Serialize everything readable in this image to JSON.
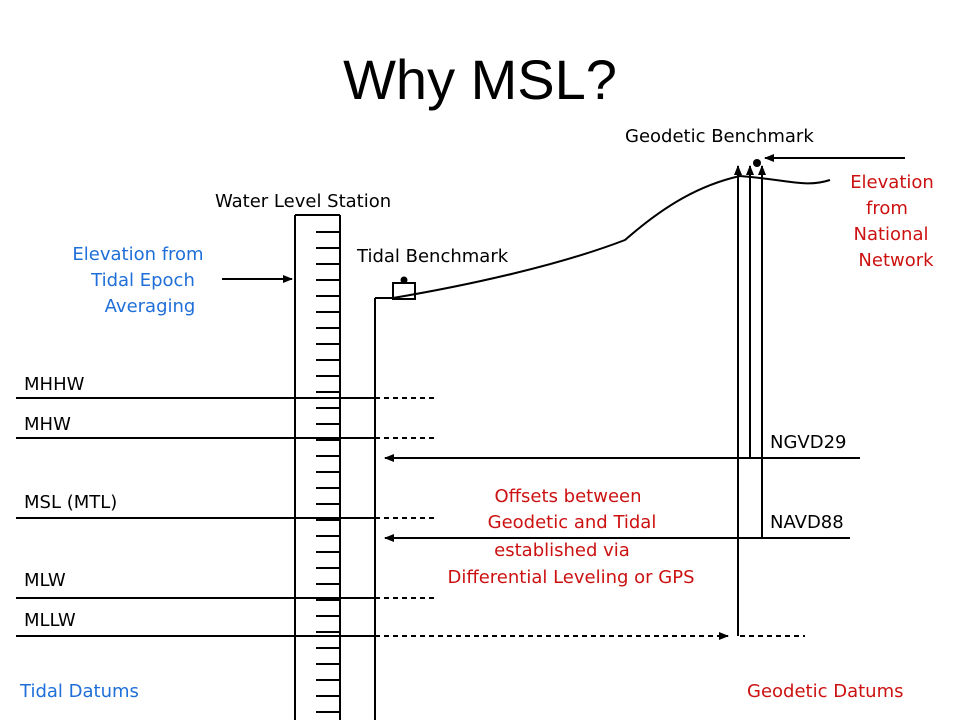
{
  "slide": {
    "title": "Why MSL?"
  },
  "diagram": {
    "colors": {
      "black": "#000000",
      "blue": "#1e6fd9",
      "red": "#cc1111"
    },
    "station_label": "Water Level Station",
    "tidal_benchmark_label": "Tidal Benchmark",
    "geodetic_benchmark_label": "Geodetic Benchmark",
    "tidal_epoch_label": [
      "Elevation from",
      "Tidal Epoch",
      "Averaging"
    ],
    "national_network_label": [
      "Elevation",
      "from",
      "National",
      "Network"
    ],
    "tidal_datums": [
      "MHHW",
      "MHW",
      "MSL (MTL)",
      "MLW",
      "MLLW"
    ],
    "geodetic_datums": [
      "NGVD29",
      "NAVD88"
    ],
    "offsets_label": [
      "Offsets between",
      "Geodetic and Tidal",
      "established via",
      "Differential Leveling or GPS"
    ],
    "tidal_datums_caption": "Tidal Datums",
    "geodetic_datums_caption": "Geodetic Datums"
  }
}
